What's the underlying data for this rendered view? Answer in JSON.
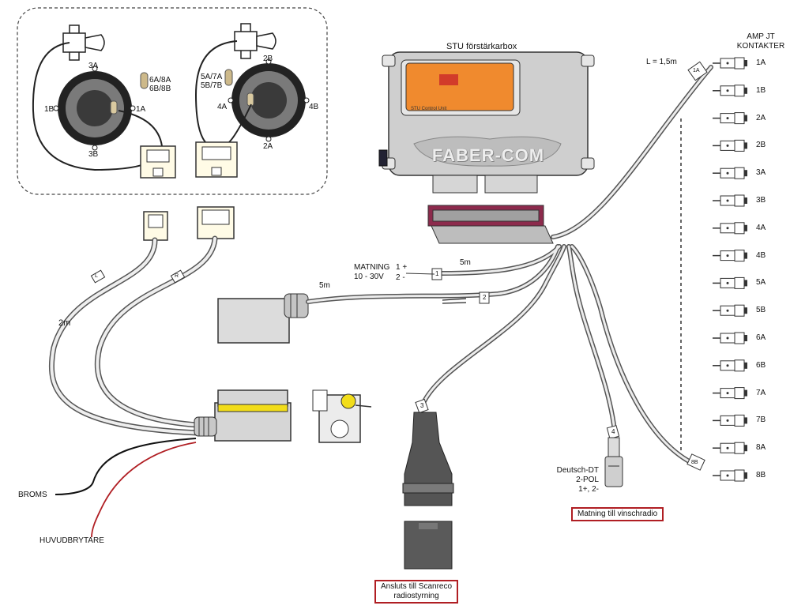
{
  "box_title": "STU förstärkarbox",
  "box_brand": "FABER-COM",
  "box_panel_text": "STU Control Unit",
  "amp_header": [
    "AMP JT",
    "KONTAKTER"
  ],
  "amp_length": "L = 1,5m",
  "amp_contacts": [
    "1A",
    "1B",
    "2A",
    "2B",
    "3A",
    "3B",
    "4A",
    "4B",
    "5A",
    "5B",
    "6A",
    "6B",
    "7A",
    "7B",
    "8A",
    "8B"
  ],
  "joystick_left": {
    "top": "3A",
    "left": "1B",
    "right": "1A",
    "bottom": "3B",
    "tag_line1": "6A/8A",
    "tag_line2": "6B/8B"
  },
  "joystick_right": {
    "top": "2B",
    "left": "4A",
    "right": "4B",
    "bottom": "2A",
    "tag_line1": "5A/7A",
    "tag_line2": "5B/7B"
  },
  "matning_label": "MATNING",
  "matning_voltage": "10 - 30V",
  "matning_plus": "1 +",
  "matning_minus": "2 -",
  "cable_5m_a": "5m",
  "cable_5m_b": "5m",
  "cable_2m": "2m",
  "tags": {
    "t1": "1",
    "t2": "2",
    "t3": "3",
    "t4": "4",
    "tL": "L",
    "tR": "R",
    "t1A": "1A",
    "t8B": "8B"
  },
  "broms": "BROMS",
  "huvudbrytare": "HUVUDBRYTARE",
  "deutsch": [
    "Deutsch-DT",
    "2-POL",
    "1+, 2-"
  ],
  "note_vinschradio": "Matning till vinschradio",
  "note_scanreco": [
    "Ansluts till Scanreco",
    "radiostyrning"
  ]
}
